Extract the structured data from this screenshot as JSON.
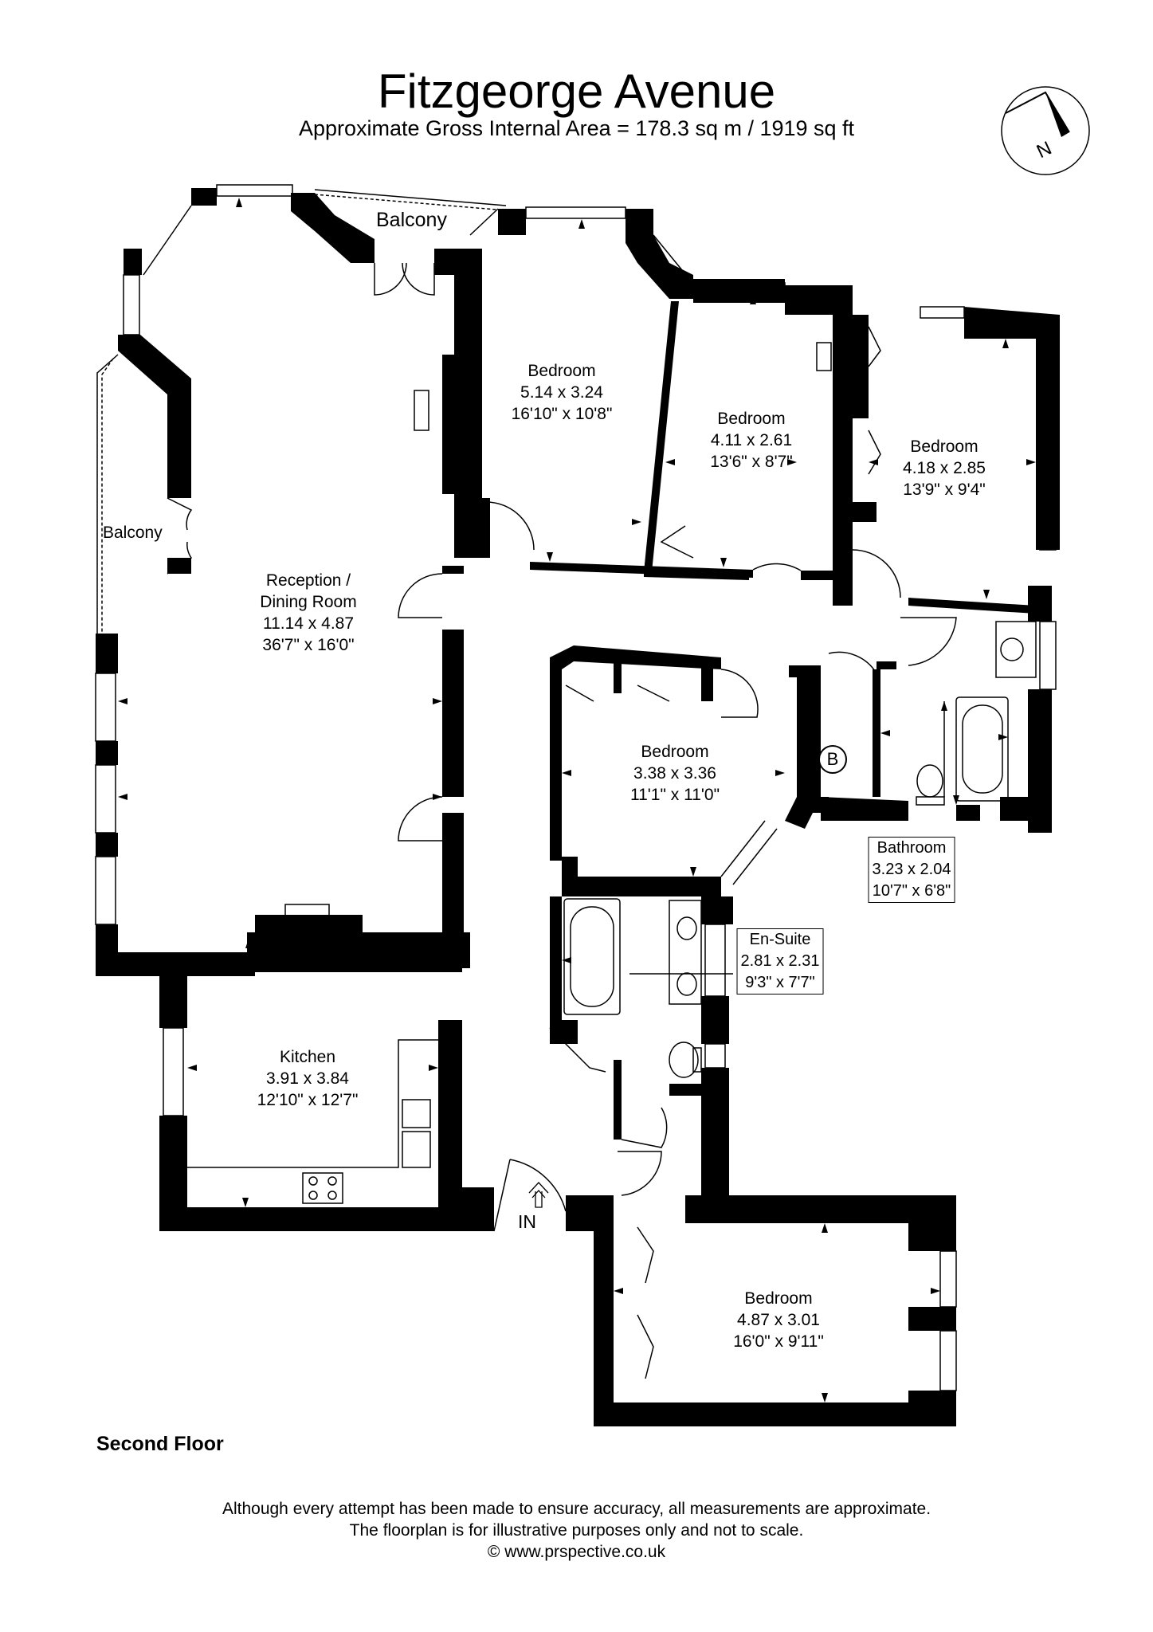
{
  "header": {
    "title": "Fitzgeorge Avenue",
    "subtitle": "Approximate Gross Internal Area = 178.3 sq m / 1919 sq ft"
  },
  "compass": {
    "label": "N",
    "icon": "north-arrow-icon"
  },
  "rooms": {
    "bedroom1": {
      "name": "Bedroom",
      "metric": "5.14 x 3.24",
      "imperial": "16'10\" x 10'8\""
    },
    "bedroom2": {
      "name": "Bedroom",
      "metric": "4.11 x 2.61",
      "imperial": "13'6\" x 8'7\""
    },
    "bedroom3": {
      "name": "Bedroom",
      "metric": "4.18 x 2.85",
      "imperial": "13'9\" x 9'4\""
    },
    "reception": {
      "name": "Reception /",
      "name2": "Dining Room",
      "metric": "11.14 x 4.87",
      "imperial": "36'7\" x 16'0\""
    },
    "bedroom4": {
      "name": "Bedroom",
      "metric": "3.38 x 3.36",
      "imperial": "11'1\" x 11'0\""
    },
    "bathroom": {
      "name": "Bathroom",
      "metric": "3.23 x 2.04",
      "imperial": "10'7\" x 6'8\""
    },
    "ensuite": {
      "name": "En-Suite",
      "metric": "2.81 x 2.31",
      "imperial": "9'3\" x 7'7\""
    },
    "kitchen": {
      "name": "Kitchen",
      "metric": "3.91 x 3.84",
      "imperial": "12'10\" x 12'7\""
    },
    "bedroom5": {
      "name": "Bedroom",
      "metric": "4.87 x 3.01",
      "imperial": "16'0\" x 9'11\""
    }
  },
  "balconies": {
    "top": "Balcony",
    "left": "Balcony"
  },
  "boiler": "B",
  "entrance": "IN",
  "floor": "Second Floor",
  "disclaimer": {
    "line1": "Although every attempt has been made to ensure accuracy, all measurements are approximate.",
    "line2": "The floorplan is for illustrative purposes only and not to scale.",
    "line3": "© www.prspective.co.uk"
  }
}
